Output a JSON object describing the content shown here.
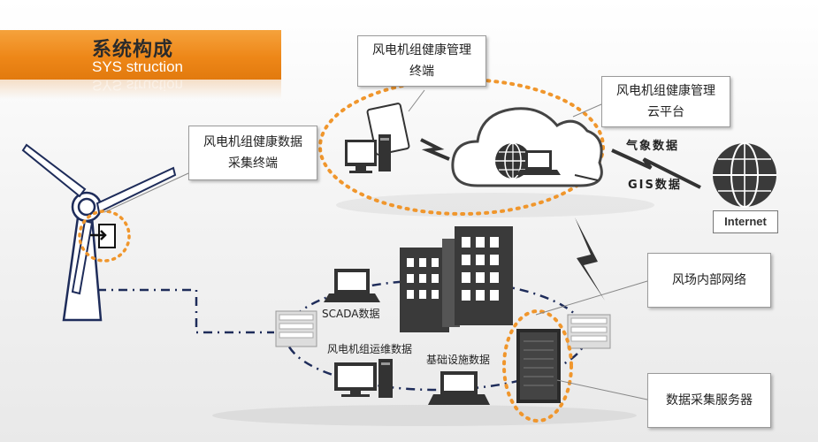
{
  "header": {
    "title": "系统构成",
    "subtitle": "SYS struction"
  },
  "callouts": {
    "terminal_line1": "风电机组健康管理",
    "terminal_line2": "终端",
    "cloud_line1": "风电机组健康管理",
    "cloud_line2": "云平台",
    "collector_line1": "风电机组健康数据",
    "collector_line2": "采集终端",
    "network": "风场内部网络",
    "server": "数据采集服务器"
  },
  "labels": {
    "weather": "气象数据",
    "gis": "GIS数据",
    "internet": "Internet",
    "scada": "SCADA数据",
    "ops": "风电机组运维数据",
    "infra": "基础设施数据"
  },
  "colors": {
    "orange": "#ee8718",
    "dash_orange": "#f0962c",
    "navy": "#1e2c5a",
    "dark": "#3a3a3a"
  }
}
